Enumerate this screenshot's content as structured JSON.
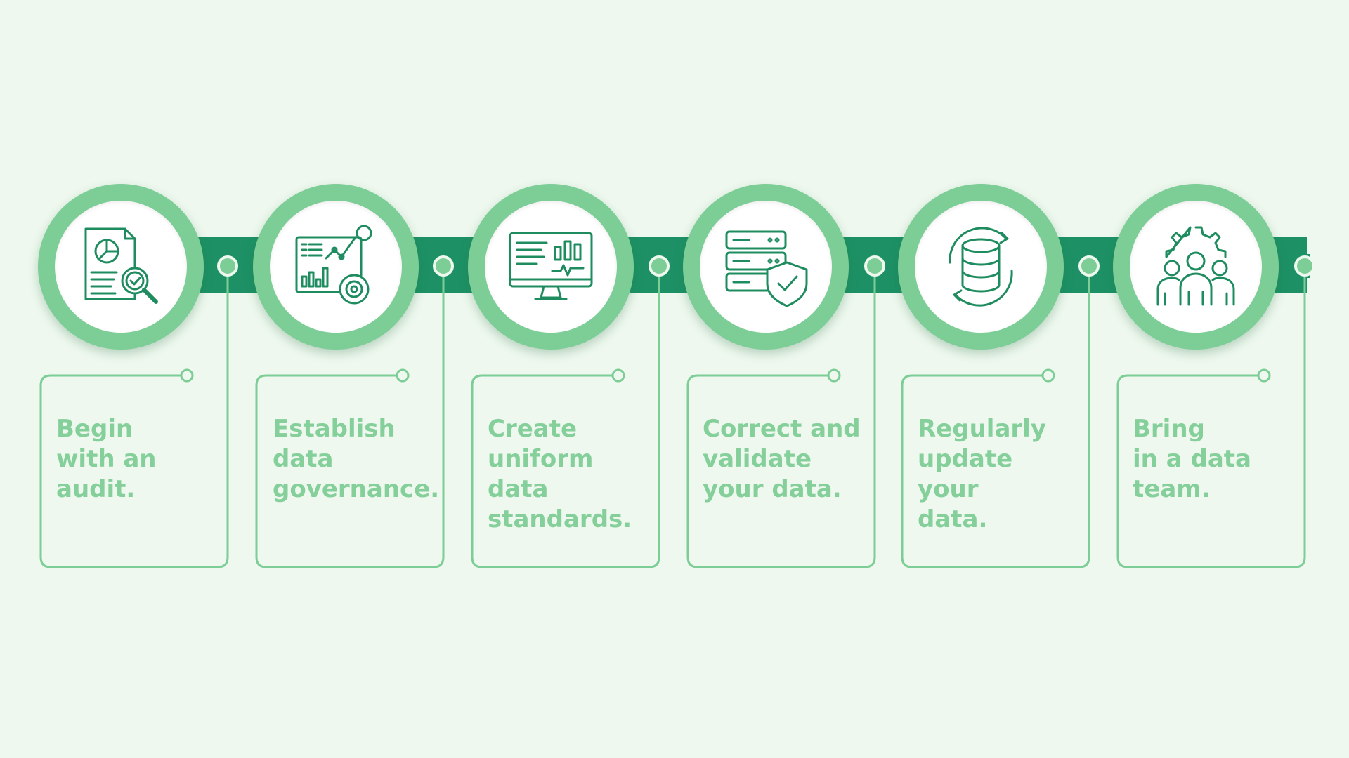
{
  "colors": {
    "background": "#eef8ee",
    "band": "#1d9165",
    "ring": "#7ccd96",
    "line": "#7ccd96",
    "icon": "#1f8c60",
    "text": "#84cf9a"
  },
  "steps": [
    {
      "icon": "audit-report-magnifier-icon",
      "text": "Begin\nwith an\naudit."
    },
    {
      "icon": "analytics-dashboard-chart-icon",
      "text": "Establish\ndata\ngovernance."
    },
    {
      "icon": "monitor-data-standards-icon",
      "text": "Create\nuniform\ndata\nstandards."
    },
    {
      "icon": "server-shield-check-icon",
      "text": "Correct and\nvalidate\nyour data."
    },
    {
      "icon": "database-refresh-icon",
      "text": "Regularly\nupdate your\ndata."
    },
    {
      "icon": "team-gear-icon",
      "text": "Bring\nin a data\nteam."
    }
  ]
}
